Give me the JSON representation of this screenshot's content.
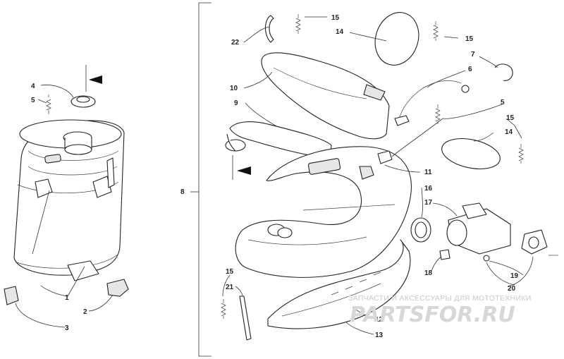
{
  "callouts": {
    "c1": "1",
    "c2": "2",
    "c3": "3",
    "c4": "4",
    "c5a": "5",
    "c5b": "5",
    "c6": "6",
    "c7": "7",
    "c8": "8",
    "c9": "9",
    "c10": "10",
    "c11": "11",
    "c12": "12",
    "c13": "13",
    "c14a": "14",
    "c14b": "14",
    "c15a": "15",
    "c15b": "15",
    "c15c": "15",
    "c15d": "15",
    "c16": "16",
    "c17": "17",
    "c18": "18",
    "c19": "19",
    "c20": "20",
    "c21": "21",
    "c22": "22"
  },
  "watermark": {
    "tagline": "ЗАПЧАСТИ И АКСЕССУАРЫ ДЛЯ МОТОТЕХНИКИ",
    "logo": "PARTSFOR.RU"
  }
}
